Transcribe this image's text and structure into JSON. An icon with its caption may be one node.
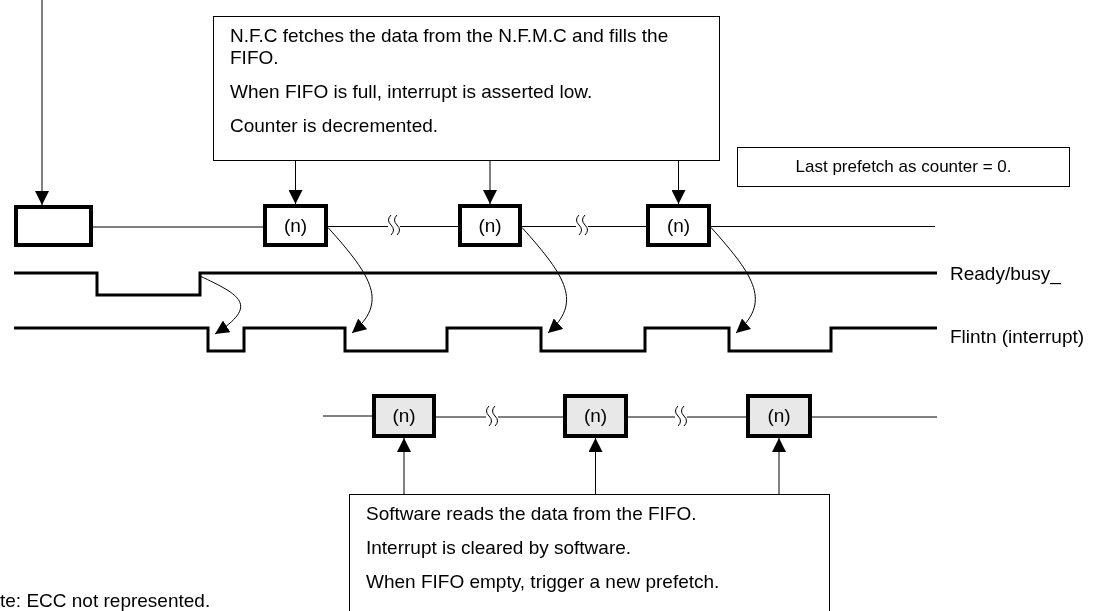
{
  "diagram": {
    "nodes": [
      {
        "text": [
          "N.F.C fetches the data from the N.F.M.C and fills the FIFO.",
          "When FIFO is full, interrupt is asserted low.",
          "Counter is decremented."
        ]
      },
      {
        "text": [
          "Last prefetch as counter = 0."
        ]
      },
      {
        "text": [],
        "shape": "box"
      },
      {
        "text": [
          "(n)"
        ]
      },
      {
        "text": [
          "(n)"
        ]
      },
      {
        "text": [
          "(n)"
        ]
      },
      {
        "text": [
          "(n)"
        ]
      },
      {
        "text": [
          "(n)"
        ]
      },
      {
        "text": [
          "(n)"
        ]
      },
      {
        "text": [
          "Software reads the data from the FIFO.",
          "Interrupt is cleared by software.",
          "When FIFO empty, trigger a new prefetch."
        ]
      }
    ],
    "edges": [
      {
        "from": null,
        "to": 2,
        "arrow": "to"
      },
      {
        "from": 0,
        "to": 3,
        "arrow": "to"
      },
      {
        "from": 0,
        "to": 4,
        "arrow": "to"
      },
      {
        "from": 0,
        "to": 5,
        "arrow": "to"
      },
      {
        "from": 3,
        "to": null,
        "arrow": "to"
      },
      {
        "from": 4,
        "to": null,
        "arrow": "to"
      },
      {
        "from": 5,
        "to": null,
        "arrow": "to"
      },
      {
        "from": 9,
        "to": 6,
        "arrow": "to"
      },
      {
        "from": 9,
        "to": 7,
        "arrow": "to"
      },
      {
        "from": 9,
        "to": 8,
        "arrow": "to"
      },
      {
        "from": 2,
        "to": 3,
        "arrow": "none"
      },
      {
        "from": 3,
        "to": 4,
        "arrow": "none"
      },
      {
        "from": 4,
        "to": 5,
        "arrow": "none"
      },
      {
        "from": 5,
        "to": null,
        "arrow": "none"
      },
      {
        "from": null,
        "to": 6,
        "arrow": "none"
      },
      {
        "from": 6,
        "to": 7,
        "arrow": "none"
      },
      {
        "from": 7,
        "to": 8,
        "arrow": "none"
      },
      {
        "from": 8,
        "to": null,
        "arrow": "none"
      }
    ],
    "labels": [
      "Ready/busy_",
      "Flintn (interrupt)",
      "te: ECC not represented."
    ]
  }
}
